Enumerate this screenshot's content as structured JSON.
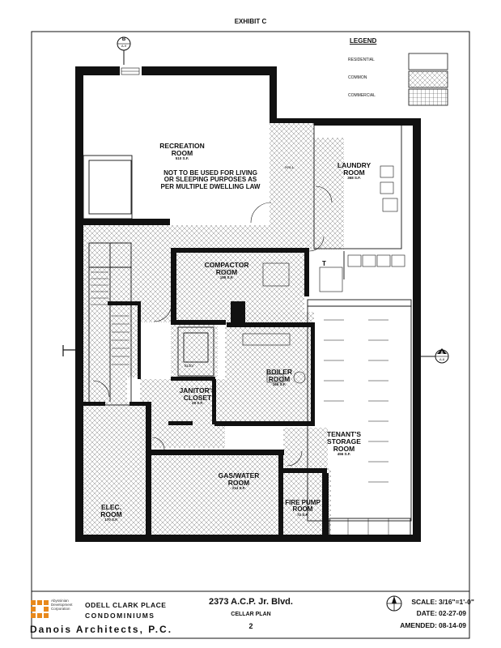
{
  "header": {
    "exhibit": "EXHIBIT C"
  },
  "legend": {
    "title": "LEGEND",
    "items": [
      {
        "label": "RESIDENTIAL",
        "pattern": "none"
      },
      {
        "label": "COMMON",
        "pattern": "crosshatch"
      },
      {
        "label": "COMMERCIAL",
        "pattern": "grid"
      }
    ]
  },
  "section_marks": {
    "top": {
      "letter": "B",
      "sheet": "A-9"
    },
    "right": {
      "letter": "A",
      "sheet": "A-8"
    }
  },
  "rooms": {
    "recreation": {
      "name1": "RECREATION",
      "name2": "ROOM",
      "area": "510 S.F."
    },
    "recreation_note": [
      "NOT TO BE USED FOR LIVING",
      "OR SLEEPING PURPOSES AS",
      "PER MULTIPLE DWELLING LAW"
    ],
    "laundry": {
      "name1": "LAUNDRY",
      "name2": "ROOM",
      "area": "368 S.F."
    },
    "compactor": {
      "name1": "COMPACTOR",
      "name2": "ROOM",
      "area": "158 S.F."
    },
    "boiler": {
      "name1": "BOILER",
      "name2": "ROOM",
      "area": "165 S.F."
    },
    "janitor": {
      "name1": "JANITOR'S",
      "name2": "CLOSET",
      "area": "28 S.F."
    },
    "tenant_storage": {
      "name1": "TENANT'S",
      "name2": "STORAGE",
      "name3": "ROOM",
      "area": "456 S.F."
    },
    "gas_water": {
      "name1": "GAS/WATER",
      "name2": "ROOM",
      "area": "214 S.F."
    },
    "elec": {
      "name1": "ELEC.",
      "name2": "ROOM",
      "area": "170 S.F."
    },
    "fire_pump": {
      "name1": "FIRE PUMP",
      "name2": "ROOM",
      "area": "72 S.F."
    },
    "hall": "HALL",
    "elev": "ELEV",
    "toilet": "T"
  },
  "title_block": {
    "org": [
      "Abyssinian",
      "Development",
      "Corporation"
    ],
    "project1": "ODELL CLARK PLACE",
    "project2": "CONDOMINIUMS",
    "architect": "Danois Architects, P.C.",
    "address": "2373 A.C.P. Jr. Blvd.",
    "sheet_title": "CELLAR PLAN",
    "page": "2",
    "scale_label": "SCALE:",
    "scale_value": "3/16\"=1'-0\"",
    "date_label": "DATE:",
    "date_value": "02-27-09",
    "amended_label": "AMENDED:",
    "amended_value": "08-14-09"
  },
  "colors": {
    "ink": "#111111",
    "org_accent": "#e8891c"
  }
}
